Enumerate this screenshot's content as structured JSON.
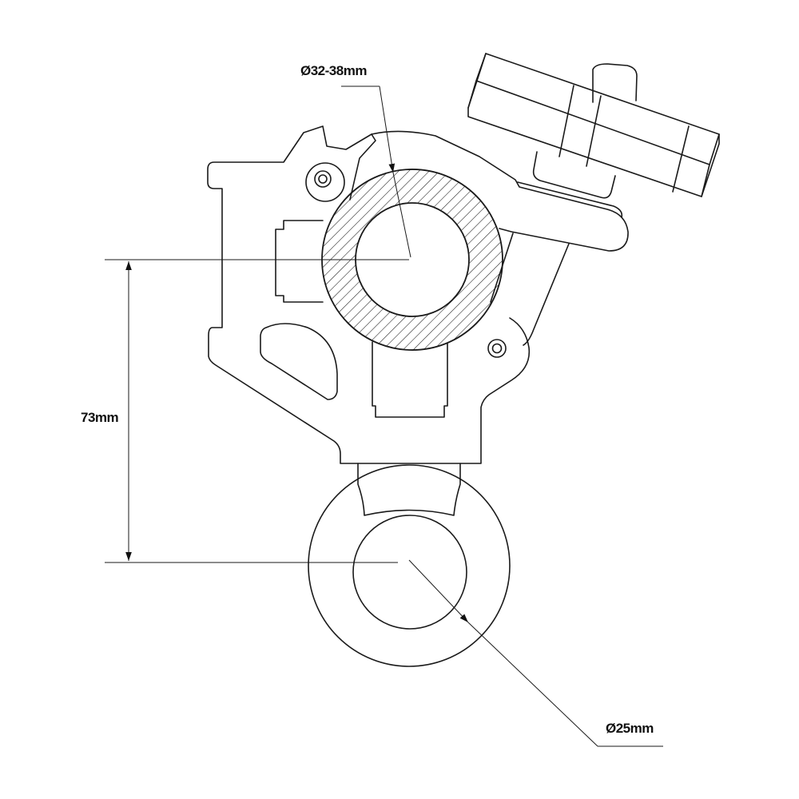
{
  "dimensions": {
    "tube_diameter": "Ø32-38mm",
    "height": "73mm",
    "eye_diameter": "Ø25mm"
  },
  "colors": {
    "stroke": "#1a1a1a",
    "hatch": "#1a1a1a",
    "background": "#ffffff"
  }
}
